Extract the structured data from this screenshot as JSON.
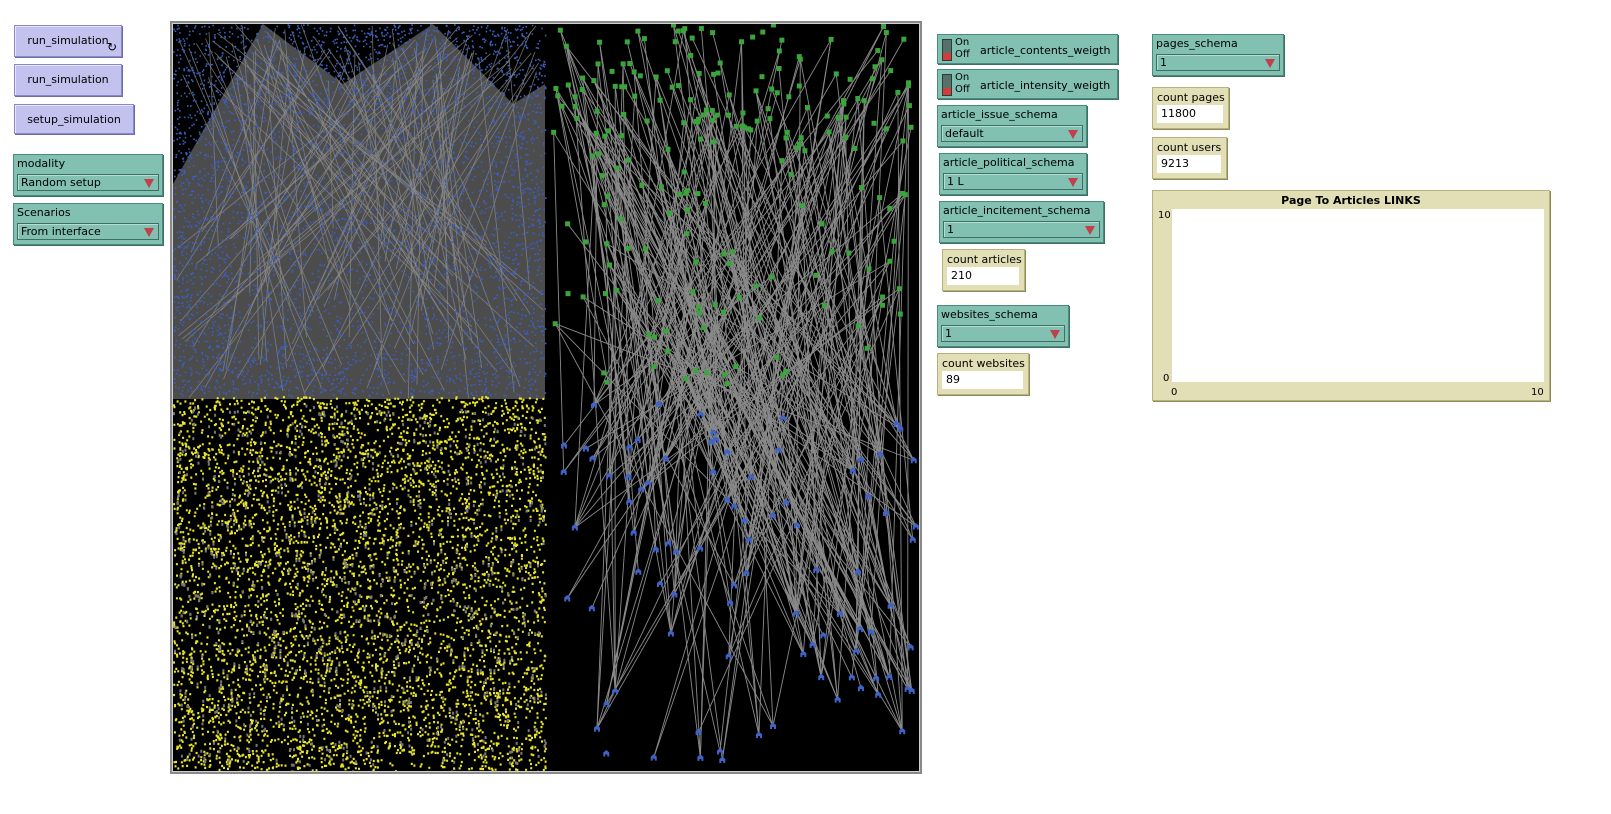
{
  "buttons": {
    "run_forever": "run_simulation",
    "forever_icon": "↻",
    "run_once": "run_simulation",
    "setup": "setup_simulation"
  },
  "choosers": {
    "modality": {
      "label": "modality",
      "value": "Random setup"
    },
    "scenarios": {
      "label": "Scenarios",
      "value": "From interface"
    },
    "article_issue_schema": {
      "label": "article_issue_schema",
      "value": "default"
    },
    "article_political_schema": {
      "label": "article_political_schema",
      "value": "1 L"
    },
    "article_incitement_schema": {
      "label": "article_incitement_schema",
      "value": "1"
    },
    "websites_schema": {
      "label": "websites_schema",
      "value": "1"
    },
    "pages_schema": {
      "label": "pages_schema",
      "value": "1"
    }
  },
  "switches": {
    "contents": {
      "on": "On",
      "off": "Off",
      "label": "article_contents_weigth",
      "state": "off"
    },
    "intensity": {
      "on": "On",
      "off": "Off",
      "label": "article_intensity_weigth",
      "state": "off"
    }
  },
  "monitors": {
    "articles": {
      "label": "count articles",
      "value": "210"
    },
    "websites": {
      "label": "count websites",
      "value": "89"
    },
    "pages": {
      "label": "count pages",
      "value": "11800"
    },
    "users": {
      "label": "count users",
      "value": "9213"
    }
  },
  "plot": {
    "title": "Page To Articles LINKS",
    "y_max": "10",
    "y_min": "0",
    "x_min": "0",
    "x_max": "10"
  },
  "world": {
    "colors": {
      "background": "#000000",
      "users": "#3b5fbf",
      "pages": "#e8e52a",
      "articles": "#3aa53a",
      "websites": "#3f63c7",
      "links": "#8a8a8a"
    }
  }
}
